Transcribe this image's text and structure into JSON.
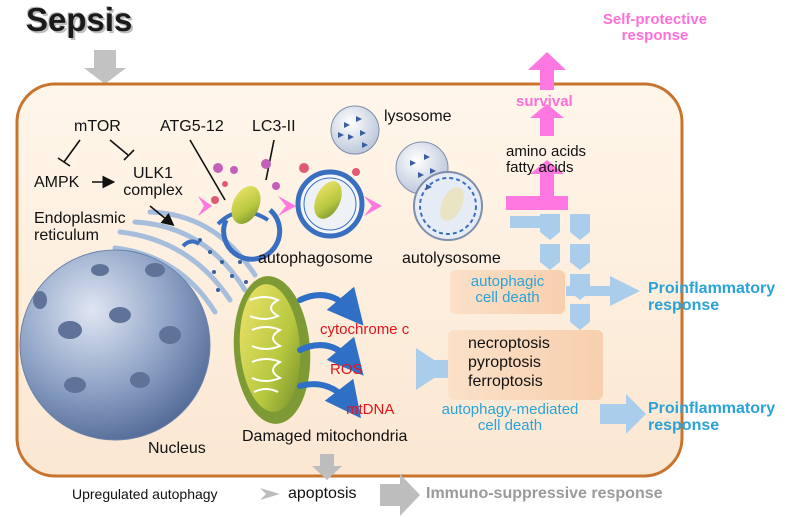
{
  "title": "Sepsis",
  "cell": {
    "mtor": "mTOR",
    "ampk": "AMPK",
    "ulk1_line1": "ULK1",
    "ulk1_line2": "complex",
    "atg": "ATG5-12",
    "lc3": "LC3-II",
    "lysosome": "lysosome",
    "autophagosome": "autophagosome",
    "autolysosome": "autolysosome",
    "er_line1": "Endoplasmic",
    "er_line2": "reticulum",
    "nucleus": "Nucleus",
    "amino_acids": "amino acids",
    "fatty_acids": "fatty acids",
    "cytochrome": "cytochrome c",
    "ros": "ROS",
    "mtdna": "mtDNA",
    "damaged_mito": "Damaged mitochondria",
    "autophagic_death_line1": "autophagic",
    "autophagic_death_line2": "cell death",
    "necroptosis": "necroptosis",
    "pyroptosis": "pyroptosis",
    "ferroptosis": "ferroptosis",
    "autophagy_mediated_line1": "autophagy-mediated",
    "autophagy_mediated_line2": "cell death"
  },
  "outputs": {
    "survival": "survival",
    "self_protective_line1": "Self-protective",
    "self_protective_line2": "response",
    "proinflammatory1_line1": "Proinflammatory",
    "proinflammatory1_line2": "response",
    "proinflammatory2_line1": "Proinflammatory",
    "proinflammatory2_line2": "response"
  },
  "bottom": {
    "upregulated": "Upregulated autophagy",
    "apoptosis": "apoptosis",
    "immunosuppressive": "Immuno-suppressive response"
  },
  "colors": {
    "cell_fill": "#fdeedd",
    "cell_border": "#c8742e",
    "pink_arrow": "#ff77e0",
    "blue_arrow": "#a9cdea",
    "gray_arrow": "#bdbdbd",
    "blue_text": "#2aa3d8",
    "red_text": "#e3161e"
  }
}
